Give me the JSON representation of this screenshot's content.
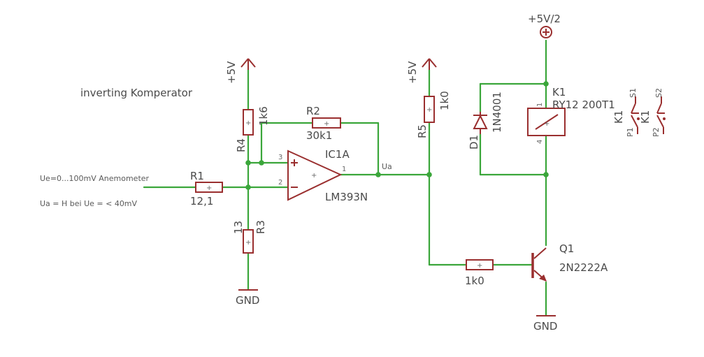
{
  "title": "inverting Komperator",
  "notes": {
    "input": "Ue=0...100mV Anemometer",
    "output": "Ua = H bei Ue = < 40mV"
  },
  "supplies": {
    "vcc_left": "+5V",
    "vcc_right": "+5V",
    "vrelay": "+5V/2",
    "gnd_left": "GND",
    "gnd_right": "GND"
  },
  "components": {
    "r1": {
      "name": "R1",
      "value": "12,1"
    },
    "r2": {
      "name": "R2",
      "value": "30k1"
    },
    "r3": {
      "name": "R3",
      "value": "13"
    },
    "r4": {
      "name": "R4",
      "value": "1k6"
    },
    "r5": {
      "name": "R5",
      "value": "1k0"
    },
    "r_base": {
      "value": "1k0"
    },
    "ic": {
      "name": "IC1A",
      "part": "LM393N",
      "pin_plus": "3",
      "pin_minus": "2",
      "pin_out": "1"
    },
    "d1": {
      "name": "D1",
      "part": "1N4001"
    },
    "k1": {
      "name": "K1",
      "part": "RY12 200T1",
      "pin1": "1",
      "pin4": "4"
    },
    "q1": {
      "name": "Q1",
      "part": "2N2222A"
    },
    "switches": [
      {
        "ref": "K1",
        "contact": "P1",
        "switch": "S1"
      },
      {
        "ref": "K1",
        "contact": "P2",
        "switch": "S2"
      }
    ]
  },
  "nets": {
    "output": "Ua"
  },
  "colors": {
    "wire": "#3aa63a",
    "symbol": "#9a2f2f",
    "text": "#4a4a4a"
  }
}
